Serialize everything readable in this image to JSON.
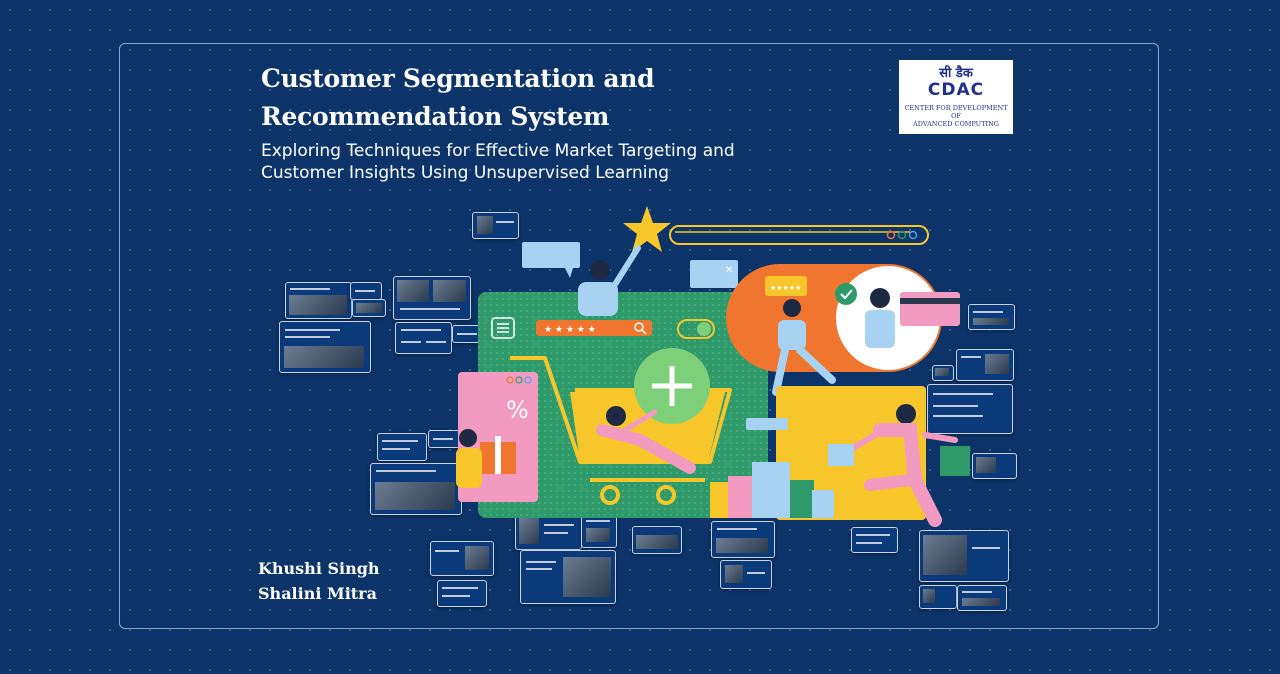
{
  "presentation": {
    "title_line1": "Customer Segmentation and",
    "title_line2": "Recommendation System",
    "subtitle_line1": "Exploring Techniques for Effective Market Targeting and",
    "subtitle_line2": "Customer Insights Using Unsupervised Learning",
    "authors": [
      "Khushi Singh",
      "Shalini Mitra"
    ]
  },
  "logo": {
    "hindi_text": "सी डैक",
    "mark_text": "CDAC",
    "org_line1": "CENTER FOR  DEVELOPMENT OF",
    "org_line2": "ADVANCED COMPUTING"
  },
  "illustration": {
    "icons": [
      "star-icon",
      "plus-icon",
      "percent-icon",
      "search-icon",
      "checkmark-icon",
      "credit-card-icon",
      "shopping-cart-icon",
      "gift-icon",
      "shopping-bags-icon"
    ]
  },
  "colors": {
    "background": "#0c3468",
    "card_green": "#2e9a6a",
    "card_orange": "#f0752f",
    "card_yellow": "#f7c62a",
    "card_pink": "#f29ac0",
    "plus_green": "#7ecf7a",
    "star_yellow": "#f7c62a"
  }
}
